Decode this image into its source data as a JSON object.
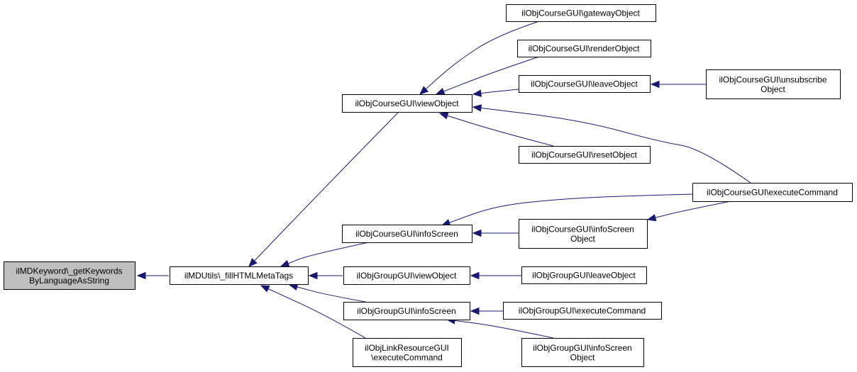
{
  "nodes": {
    "root": {
      "lines": [
        "ilMDKeyword\\_getKeywords",
        "ByLanguageAsString"
      ]
    },
    "fill": {
      "lines": [
        "ilMDUtils\\_fillHTMLMetaTags"
      ]
    },
    "cview": {
      "lines": [
        "ilObjCourseGUI\\viewObject"
      ]
    },
    "cinfo": {
      "lines": [
        "ilObjCourseGUI\\infoScreen"
      ]
    },
    "gview": {
      "lines": [
        "ilObjGroupGUI\\viewObject"
      ]
    },
    "ginfo": {
      "lines": [
        "ilObjGroupGUI\\infoScreen"
      ]
    },
    "link": {
      "lines": [
        "ilObjLinkResourceGUI",
        "\\executeCommand"
      ]
    },
    "gateway": {
      "lines": [
        "ilObjCourseGUI\\gatewayObject"
      ]
    },
    "render": {
      "lines": [
        "ilObjCourseGUI\\renderObject"
      ]
    },
    "leave": {
      "lines": [
        "ilObjCourseGUI\\leaveObject"
      ]
    },
    "reset": {
      "lines": [
        "ilObjCourseGUI\\resetObject"
      ]
    },
    "cinfoobj": {
      "lines": [
        "ilObjCourseGUI\\infoScreen",
        "Object"
      ]
    },
    "gleave": {
      "lines": [
        "ilObjGroupGUI\\leaveObject"
      ]
    },
    "gexec": {
      "lines": [
        "ilObjGroupGUI\\executeCommand"
      ]
    },
    "ginfoobj": {
      "lines": [
        "ilObjGroupGUI\\infoScreen",
        "Object"
      ]
    },
    "unsub": {
      "lines": [
        "ilObjCourseGUI\\unsubscribe",
        "Object"
      ]
    },
    "cexec": {
      "lines": [
        "ilObjCourseGUI\\executeCommand"
      ]
    }
  },
  "edges": [
    {
      "from": "fill",
      "to": "root"
    },
    {
      "from": "cview",
      "to": "fill"
    },
    {
      "from": "cinfo",
      "to": "fill"
    },
    {
      "from": "gview",
      "to": "fill"
    },
    {
      "from": "ginfo",
      "to": "fill"
    },
    {
      "from": "link",
      "to": "fill"
    },
    {
      "from": "gateway",
      "to": "cview"
    },
    {
      "from": "render",
      "to": "cview"
    },
    {
      "from": "leave",
      "to": "cview"
    },
    {
      "from": "reset",
      "to": "cview"
    },
    {
      "from": "cexec",
      "to": "cview"
    },
    {
      "from": "unsub",
      "to": "leave"
    },
    {
      "from": "cexec",
      "to": "cinfo"
    },
    {
      "from": "cinfoobj",
      "to": "cinfo"
    },
    {
      "from": "cexec",
      "to": "cinfoobj"
    },
    {
      "from": "gleave",
      "to": "gview"
    },
    {
      "from": "gexec",
      "to": "ginfo"
    },
    {
      "from": "ginfoobj",
      "to": "ginfo"
    }
  ]
}
